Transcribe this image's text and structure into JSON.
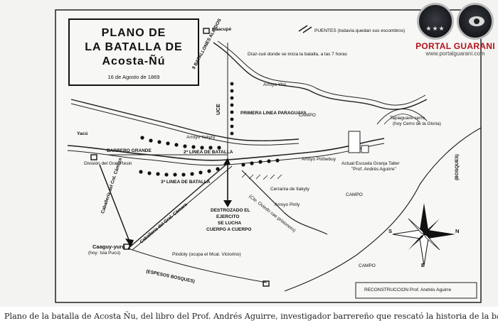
{
  "map": {
    "title_lines": [
      "PLANO DE",
      "LA BATALLA DE",
      "Acosta-Ñú"
    ],
    "date": "16 de Agosto de 1869",
    "labels": {
      "caacupe": "Caacupé",
      "puentes": "PUENTES (todavía quedan sus escombros)",
      "diaz_cue": "Díaz-cué donde se inicia la batalla, a las 7 horas",
      "batallones_aliados": "9 BATALLONES ALIADOS",
      "arroyo_yhu": "Arroyo Yhú",
      "uce": "UCE",
      "primera_linea": "PRIMERA LINEA PARAGUAYA",
      "tapiaguare": "Tapiaguaré-cerro",
      "tapiaguare_sub": "(hoy Cerro de la Gloria)",
      "campo1": "CAMPO",
      "yacu": "Yacú",
      "arroyo_yukyry": "Arroyo Yukyry",
      "barrero_grande": "BARRERO GRANDE",
      "division_resin": "División del Gral. Resin",
      "segunda_linea": "2ª LINEA DE BATALLA",
      "arroyo_piribebuy": "Arroyo Piribebuy",
      "escuela": "Actual Escuela Granja Taller",
      "escuela_sub": "\"Prof. Andrés Aguirre\"",
      "bosques_right": "(BOSQUES)",
      "caballeria_camara": "Caballería del Cnl. Cámara",
      "tercera_linea": "3ª LINEA DE BATALLA",
      "cerrania": "Cerranía de Itakyty",
      "destrozado": [
        "DESTROZADO EL",
        "EJERCITO",
        "SE LUCHA",
        "CUERPO A CUERPO"
      ],
      "arroyo_pinty": "Arroyo Pinty",
      "fe_oviedo": "(Cte. Oviedo cae prisionero)",
      "campo2": "CAMPO",
      "caballeria_gral": "Caballería del Gral. Cámara",
      "caaguy_yuru": "Caaguy-yurú",
      "isla_pucu": "(hoy: Isla Pucú)",
      "campo3": "CAMPO",
      "pindoty": "Pindoty (ocupa el Mcal. Victorino)",
      "espesos_bosques": "(ESPESOS BOSQUES)",
      "compass_s": "S",
      "compass_n": "N",
      "compass_e": "E",
      "reconstruccion": "RECONSTRUCCION Prof. Andrés Aguirre"
    }
  },
  "watermark": {
    "name": "PORTAL GUARANI",
    "url": "www.portalguarani.com",
    "seal_stars": "★★★"
  },
  "caption": "Plano de la batalla de Acosta Ñu, del libro del Prof. Andrés Aguirre, investigador barrereño que rescató la historia de la batalla."
}
